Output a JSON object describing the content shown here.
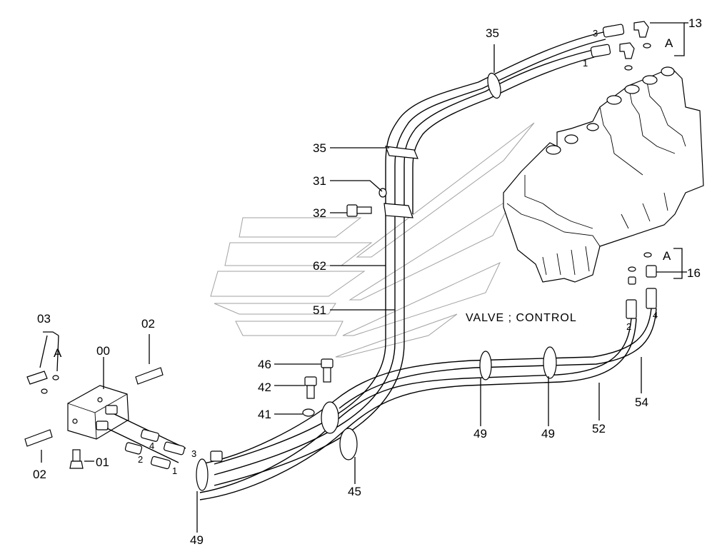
{
  "diagram": {
    "title": "VALVE ; CONTROL",
    "callouts": {
      "c35_top": "35",
      "c35_mid": "35",
      "c31": "31",
      "c32": "32",
      "c62": "62",
      "c51": "51",
      "c46": "46",
      "c42": "42",
      "c41": "41",
      "c45": "45",
      "c49_a": "49",
      "c49_b": "49",
      "c49_c": "49",
      "c52": "52",
      "c54": "54",
      "c13": "13",
      "c16": "16",
      "c03": "03",
      "c02_top": "02",
      "c02_bottom": "02",
      "c00": "00",
      "c01": "01"
    },
    "ref_letters": {
      "a_top": "A",
      "a_right": "A",
      "a_left": "A"
    },
    "port_numbers": {
      "top_3": "3",
      "top_1": "1",
      "valve_2": "2",
      "valve_4": "4",
      "block_4": "4",
      "block_3": "3",
      "block_2": "2",
      "block_1": "1"
    }
  }
}
